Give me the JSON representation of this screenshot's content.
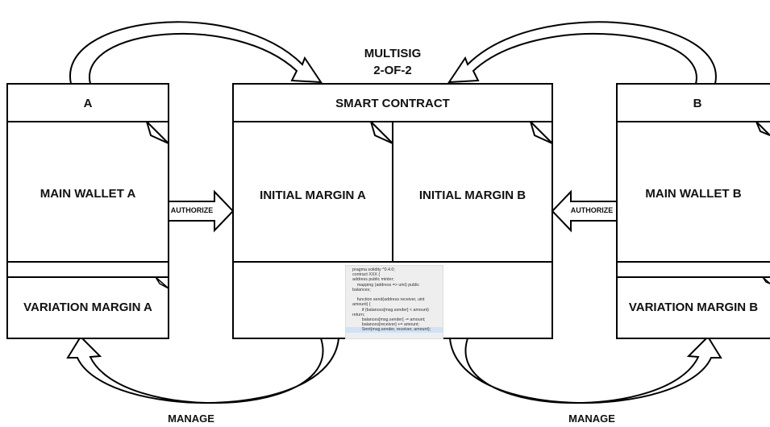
{
  "title": {
    "line1": "MULTISIG",
    "line2": "2-OF-2"
  },
  "party_a": {
    "header": "A",
    "main_wallet": "MAIN WALLET A",
    "variation_margin": "VARIATION MARGIN A"
  },
  "contract": {
    "header": "SMART CONTRACT",
    "initial_margin_a": "INITIAL MARGIN A",
    "initial_margin_b": "INITIAL MARGIN B",
    "code_lines": [
      "pragma solidity ^0.4.0;",
      "contract XXX {",
      "address public minter;",
      "    mapping (address => uint) public",
      "balances;",
      "",
      "    function send(address receiver, uint",
      "amount) {",
      "        if (balances[msg.sender] < amount)",
      "return;",
      "        balances[msg.sender] -= amount;",
      "        balances[receiver] += amount;",
      "        Sent(msg.sender, receiver, amount);"
    ]
  },
  "party_b": {
    "header": "B",
    "main_wallet": "MAIN WALLET B",
    "variation_margin": "VARIATION MARGIN B"
  },
  "arrows": {
    "authorize_left": "AUTHORIZE",
    "authorize_right": "AUTHORIZE",
    "manage_left": "MANAGE",
    "manage_right": "MANAGE"
  }
}
